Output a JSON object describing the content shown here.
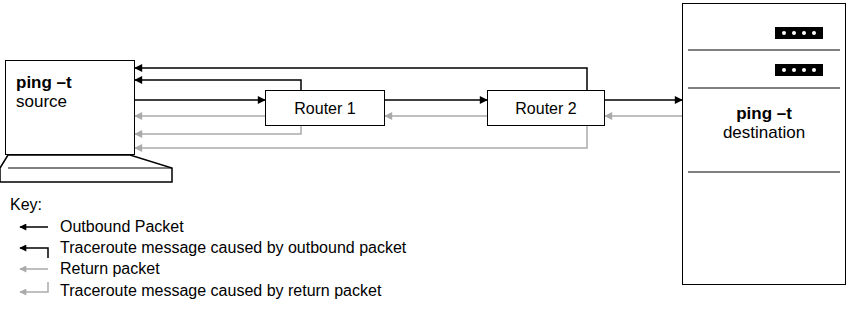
{
  "diagram": {
    "nodes": [
      {
        "text": [
          "ping –t",
          "source"
        ]
      },
      {
        "text": [
          "Router 1"
        ]
      },
      {
        "text": [
          "Router 2"
        ]
      },
      {
        "text": [
          "ping –t",
          "destination"
        ]
      }
    ],
    "edges": [
      {
        "from": 0,
        "to": 1,
        "arrow": "to"
      },
      {
        "from": 1,
        "to": 2,
        "arrow": "to"
      },
      {
        "from": 2,
        "to": 3,
        "arrow": "to"
      },
      {
        "from": 1,
        "to": 0,
        "arrow": "to"
      },
      {
        "from": 2,
        "to": 0,
        "arrow": "to"
      },
      {
        "from": 3,
        "to": 2,
        "arrow": "to"
      },
      {
        "from": 2,
        "to": 1,
        "arrow": "to"
      },
      {
        "from": 1,
        "to": 0,
        "arrow": "to"
      },
      {
        "from": 1,
        "to": 0,
        "arrow": "to"
      },
      {
        "from": 2,
        "to": 0,
        "arrow": "to"
      }
    ],
    "labels": [
      "Key:"
    ],
    "legend": [
      {
        "text": "Outbound Packet"
      },
      {
        "text": "Traceroute message caused by outbound packet"
      },
      {
        "text": "Return packet"
      },
      {
        "text": "Traceroute message caused by return packet"
      }
    ]
  }
}
